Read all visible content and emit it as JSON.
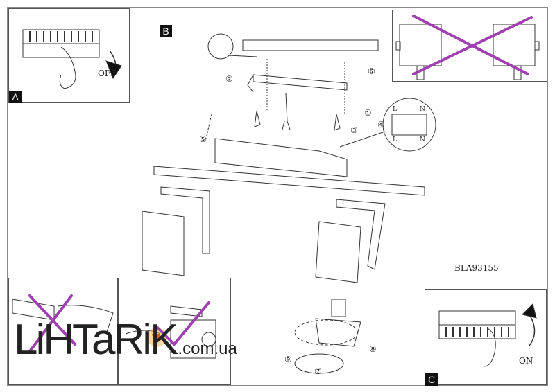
{
  "panels": {
    "a": {
      "tag": "A",
      "switch_label": "OFF"
    },
    "b": {
      "tag": "B"
    },
    "c": {
      "tag": "C",
      "switch_label": "ON"
    }
  },
  "model_code": "BLA93155",
  "steps": [
    "①",
    "②",
    "③",
    "④",
    "⑤",
    "⑥",
    "⑦",
    "⑧",
    "⑨"
  ],
  "terminal_labels": {
    "live": "L",
    "neutral": "N"
  },
  "watermark": {
    "brand": "LiHTaRiK",
    "domain": ".com.ua"
  },
  "colors": {
    "cross": "#a040b0",
    "line": "#333333",
    "bulb_glow": "#f0b050"
  }
}
